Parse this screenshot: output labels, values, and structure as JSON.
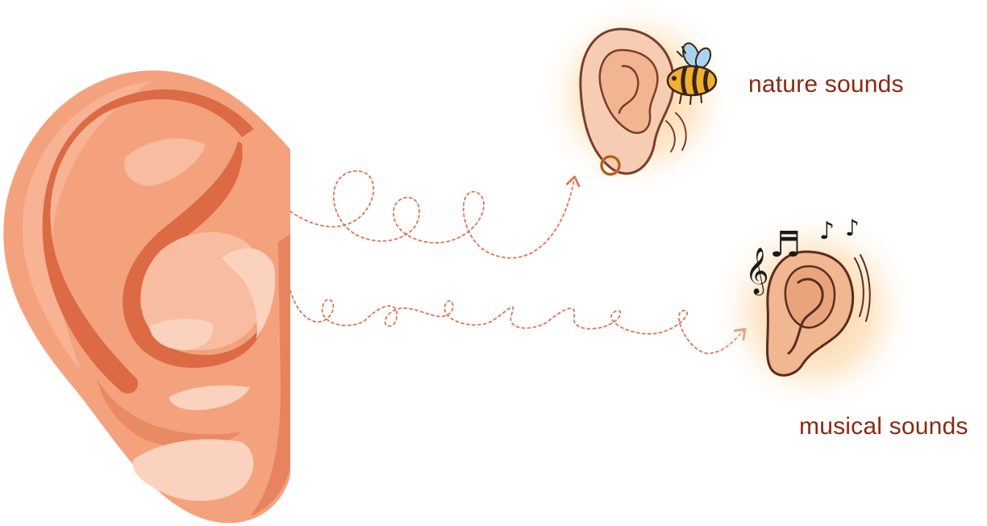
{
  "labels": {
    "nature": "nature sounds",
    "musical": "musical sounds"
  },
  "colors": {
    "ear_base": "#f4a27d",
    "ear_dark": "#dc6a45",
    "ear_light": "#f8bda0",
    "ear_highlight": "#fbd2bd",
    "wave": "#e3714f",
    "glow": "#fbc889",
    "small_ear_fill": "#f6cdb3",
    "small_ear_outline": "#7a3d2c",
    "label_text": "#8a2a12",
    "bee_body": "#f0b030",
    "bee_stripe": "#3a2418",
    "bee_wing": "#a9d4ef"
  },
  "icons": {
    "big_ear": "ear-illustration",
    "nature_ear": "ear-with-earring-icon",
    "bee": "bee-icon",
    "musical_ear": "ear-icon",
    "music_notes": "music-notes-icon"
  },
  "music_symbols": {
    "clef": "𝄞",
    "beamed_notes": "♬",
    "note_1": "♪",
    "note_2": "♪"
  }
}
